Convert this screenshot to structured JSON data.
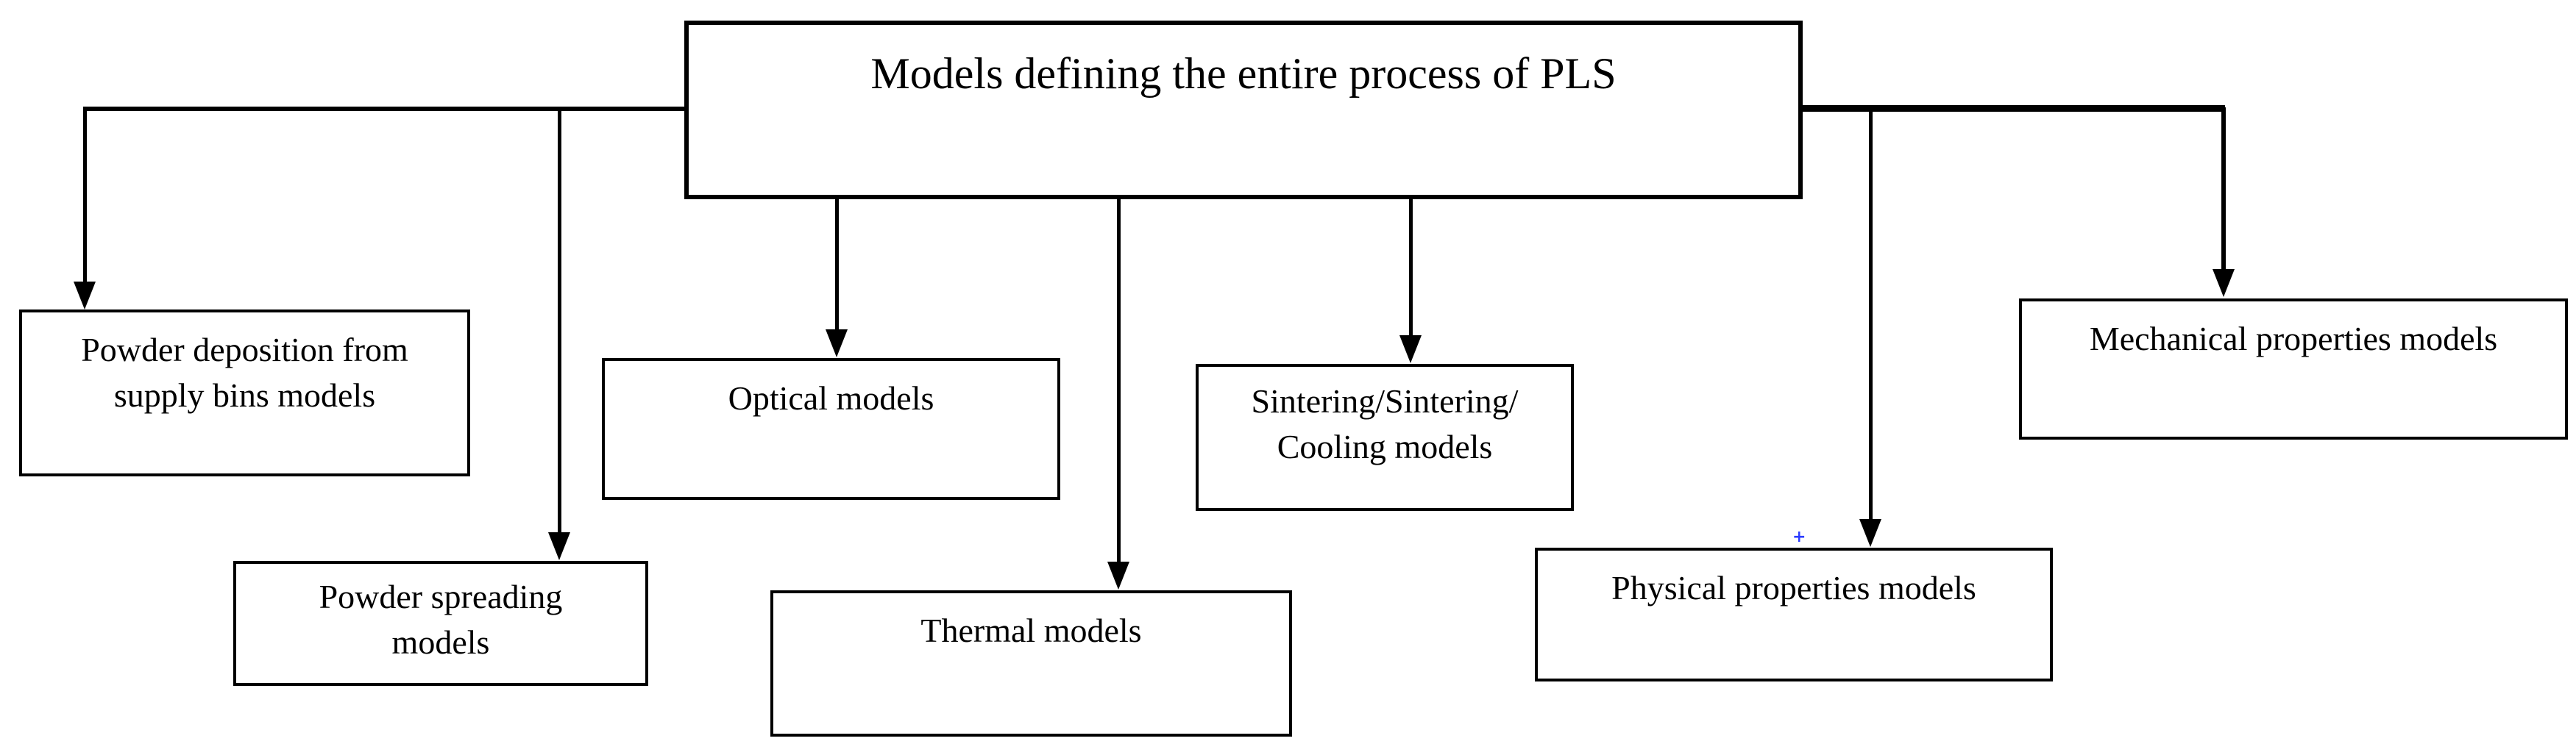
{
  "diagram": {
    "background_color": "#ffffff",
    "line_color": "#000000",
    "root": {
      "label": "Models defining the entire process of PLS"
    },
    "nodes": [
      {
        "label": "Powder deposition from supply bins models",
        "lines": [
          "Powder deposition from",
          "supply bins models"
        ]
      },
      {
        "label": "Powder spreading models",
        "lines": [
          "Powder spreading",
          "models"
        ]
      },
      {
        "label": "Optical models",
        "lines": [
          "Optical models"
        ]
      },
      {
        "label": "Thermal models",
        "lines": [
          "Thermal models"
        ]
      },
      {
        "label": "Sintering/Sintering/Cooling models",
        "lines": [
          "Sintering/Sintering/",
          "Cooling models"
        ]
      },
      {
        "label": "Physical properties models",
        "lines": [
          "Physical properties models"
        ]
      },
      {
        "label": "Mechanical properties models",
        "lines": [
          "Mechanical properties models"
        ]
      }
    ],
    "artifact_mark": {
      "glyph": "+",
      "color": "#2b3cff"
    }
  }
}
